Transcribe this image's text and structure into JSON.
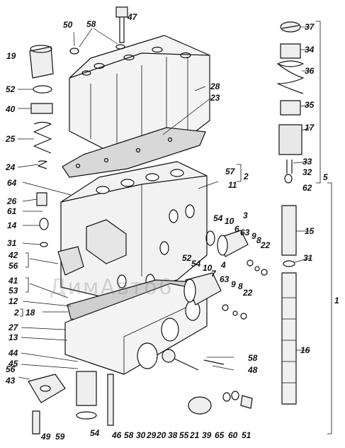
{
  "diagram": {
    "callouts": [
      {
        "id": "47a",
        "text": "47"
      },
      {
        "id": "50a",
        "text": "50"
      },
      {
        "id": "58a",
        "text": "58"
      },
      {
        "id": "19a",
        "text": "19"
      },
      {
        "id": "52a",
        "text": "52"
      },
      {
        "id": "40a",
        "text": "40"
      },
      {
        "id": "25a",
        "text": "25"
      },
      {
        "id": "28a",
        "text": "28"
      },
      {
        "id": "23a",
        "text": "23"
      },
      {
        "id": "24a",
        "text": "24"
      },
      {
        "id": "57a",
        "text": "57"
      },
      {
        "id": "2a",
        "text": "2"
      },
      {
        "id": "11a",
        "text": "11"
      },
      {
        "id": "64a",
        "text": "64"
      },
      {
        "id": "26a",
        "text": "26"
      },
      {
        "id": "61a",
        "text": "61"
      },
      {
        "id": "14a",
        "text": "14"
      },
      {
        "id": "31a",
        "text": "31"
      },
      {
        "id": "42a",
        "text": "42"
      },
      {
        "id": "56a",
        "text": "56"
      },
      {
        "id": "41a",
        "text": "41"
      },
      {
        "id": "53a",
        "text": "53"
      },
      {
        "id": "12a",
        "text": "12"
      },
      {
        "id": "2b",
        "text": "2"
      },
      {
        "id": "18a",
        "text": "18"
      },
      {
        "id": "27a",
        "text": "27"
      },
      {
        "id": "13a",
        "text": "13"
      },
      {
        "id": "44a",
        "text": "44"
      },
      {
        "id": "45a",
        "text": "45"
      },
      {
        "id": "56b",
        "text": "56"
      },
      {
        "id": "43a",
        "text": "43"
      },
      {
        "id": "49a",
        "text": "49"
      },
      {
        "id": "59a",
        "text": "59"
      },
      {
        "id": "54a",
        "text": "54"
      },
      {
        "id": "46a",
        "text": "46"
      },
      {
        "id": "58b",
        "text": "58"
      },
      {
        "id": "30a",
        "text": "30"
      },
      {
        "id": "29a",
        "text": "29"
      },
      {
        "id": "20a",
        "text": "20"
      },
      {
        "id": "38a",
        "text": "38"
      },
      {
        "id": "55a",
        "text": "55"
      },
      {
        "id": "21a",
        "text": "21"
      },
      {
        "id": "39a",
        "text": "39"
      },
      {
        "id": "65a",
        "text": "65"
      },
      {
        "id": "60a",
        "text": "60"
      },
      {
        "id": "51a",
        "text": "51"
      },
      {
        "id": "58c",
        "text": "58"
      },
      {
        "id": "48a",
        "text": "48"
      },
      {
        "id": "54b",
        "text": "54"
      },
      {
        "id": "10a",
        "text": "10"
      },
      {
        "id": "6a",
        "text": "6"
      },
      {
        "id": "63a",
        "text": "63"
      },
      {
        "id": "9a",
        "text": "9"
      },
      {
        "id": "8a",
        "text": "8"
      },
      {
        "id": "3a",
        "text": "3"
      },
      {
        "id": "22a",
        "text": "22"
      },
      {
        "id": "4a",
        "text": "4"
      },
      {
        "id": "52b",
        "text": "52"
      },
      {
        "id": "54c",
        "text": "54"
      },
      {
        "id": "10b",
        "text": "10"
      },
      {
        "id": "7a",
        "text": "7"
      },
      {
        "id": "63b",
        "text": "63"
      },
      {
        "id": "9b",
        "text": "9"
      },
      {
        "id": "8b",
        "text": "8"
      },
      {
        "id": "22b",
        "text": "22"
      },
      {
        "id": "37a",
        "text": "37"
      },
      {
        "id": "34a",
        "text": "34"
      },
      {
        "id": "36a",
        "text": "36"
      },
      {
        "id": "35a",
        "text": "35"
      },
      {
        "id": "17a",
        "text": "17"
      },
      {
        "id": "33a",
        "text": "33"
      },
      {
        "id": "32a",
        "text": "32"
      },
      {
        "id": "62a",
        "text": "62"
      },
      {
        "id": "5a",
        "text": "5"
      },
      {
        "id": "15a",
        "text": "15"
      },
      {
        "id": "31b",
        "text": "31"
      },
      {
        "id": "1a",
        "text": "1"
      },
      {
        "id": "16a",
        "text": "16"
      }
    ]
  },
  "watermark": {
    "text": "ДимАвто6"
  }
}
